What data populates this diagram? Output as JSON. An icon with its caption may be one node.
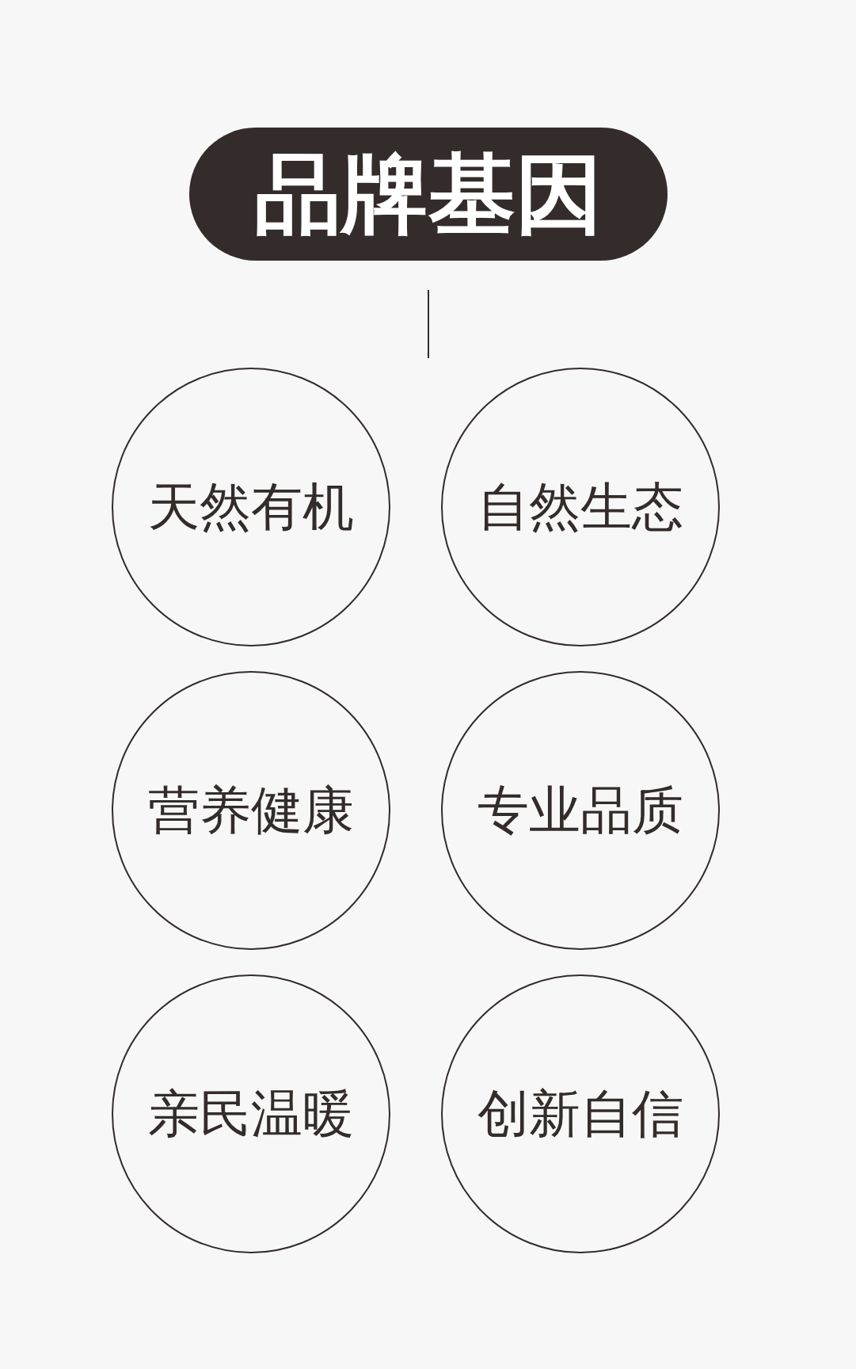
{
  "diagram": {
    "nodes": [
      {
        "text": [
          "品牌基因"
        ]
      },
      {
        "text": [
          "天然有机"
        ]
      },
      {
        "text": [
          "自然生态"
        ]
      },
      {
        "text": [
          "营养健康"
        ]
      },
      {
        "text": [
          "专业品质"
        ]
      },
      {
        "text": [
          "亲民温暖"
        ]
      },
      {
        "text": [
          "创新自信"
        ]
      }
    ]
  }
}
